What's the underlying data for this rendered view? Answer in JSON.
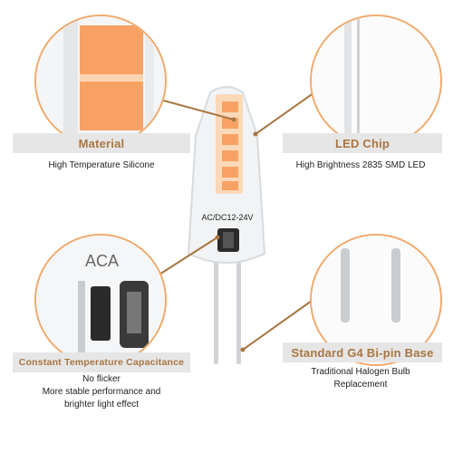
{
  "colors": {
    "accent": "#b07236",
    "circle_border": "#f0a96a",
    "band_bg": "#e6e6e6",
    "led_orange": "#f7a264",
    "led_light": "#fbd5b2"
  },
  "features": [
    {
      "title": "Material",
      "description": "High Temperature Silicone"
    },
    {
      "title": "LED Chip",
      "description": "High Brightness 2835 SMD LED"
    },
    {
      "title": "Constant Temperature Capacitance",
      "description_lines": [
        "No flicker",
        "More stable performance and",
        "brighter light effect"
      ]
    },
    {
      "title": "Standard G4 Bi-pin Base",
      "description_lines": [
        "Traditional Halogen Bulb",
        "Replacement"
      ]
    }
  ],
  "bulb": {
    "label": "AC/DC12-24V"
  },
  "zoom_capacitance_text": "ACA"
}
